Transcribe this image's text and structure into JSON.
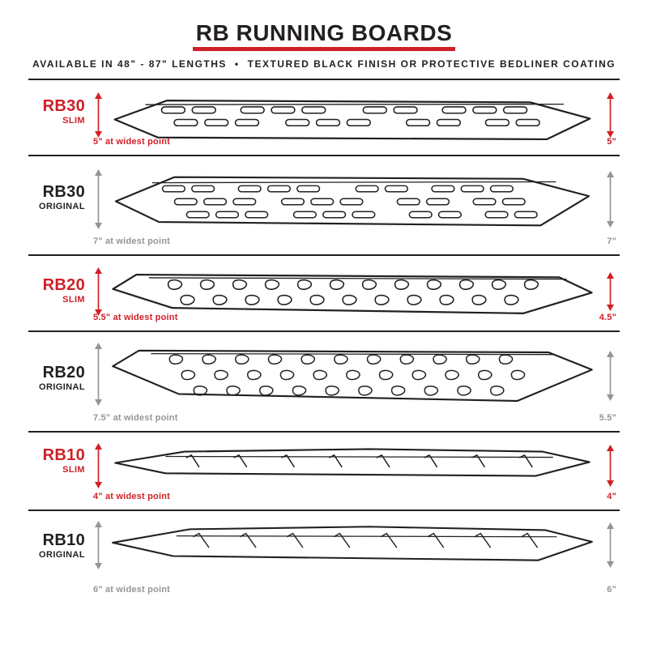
{
  "header": {
    "title": "RB RUNNING BOARDS",
    "subtitle_left": "AVAILABLE IN 48\" - 87\" LENGTHS",
    "bullet": "•",
    "subtitle_right": "TEXTURED BLACK FINISH OR PROTECTIVE BEDLINER COATING"
  },
  "colors": {
    "red": "#cf2027",
    "ink": "#231f20",
    "gray": "#939598"
  },
  "rows": [
    {
      "model": "RB30",
      "variant": "SLIM",
      "theme": "slim",
      "hole_style": "oval slots, 2 rows",
      "width_label": "5\" at widest point",
      "height_label": "5\""
    },
    {
      "model": "RB30",
      "variant": "ORIGINAL",
      "theme": "original",
      "hole_style": "oval slots, 3 rows",
      "width_label": "7\" at widest point",
      "height_label": "7\""
    },
    {
      "model": "RB20",
      "variant": "SLIM",
      "theme": "slim",
      "hole_style": "scoop vents, 2 rows",
      "width_label": "5.5\" at widest point",
      "height_label": "4.5\""
    },
    {
      "model": "RB20",
      "variant": "ORIGINAL",
      "theme": "original",
      "hole_style": "scoop vents, 3 rows",
      "width_label": "7.5\" at widest point",
      "height_label": "5.5\""
    },
    {
      "model": "RB10",
      "variant": "SLIM",
      "theme": "slim",
      "hole_style": "angled tread marks",
      "width_label": "4\" at widest point",
      "height_label": "4\""
    },
    {
      "model": "RB10",
      "variant": "ORIGINAL",
      "theme": "original",
      "hole_style": "angled tread marks",
      "width_label": "6\" at widest point",
      "height_label": "6\""
    }
  ]
}
